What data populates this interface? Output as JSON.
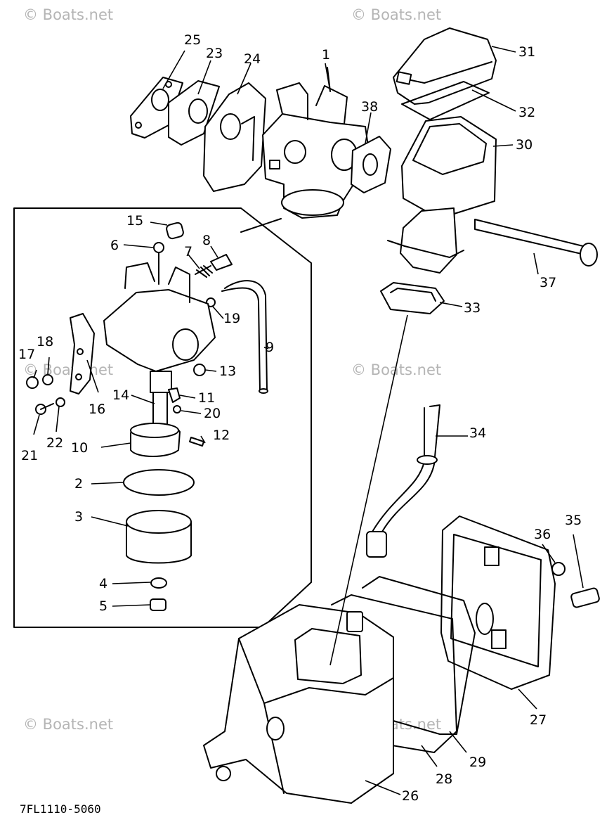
{
  "watermark": "© Boats.net",
  "drawing_code": "7FL1110-5060",
  "callouts": {
    "c1": "1",
    "c2": "2",
    "c3": "3",
    "c4": "4",
    "c5": "5",
    "c6": "6",
    "c7": "7",
    "c8": "8",
    "c9": "9",
    "c10": "10",
    "c11": "11",
    "c12": "12",
    "c13": "13",
    "c14": "14",
    "c15": "15",
    "c16": "16",
    "c17": "17",
    "c18": "18",
    "c19": "19",
    "c20": "20",
    "c21": "21",
    "c22": "22",
    "c23": "23",
    "c24": "24",
    "c25": "25",
    "c26": "26",
    "c27": "27",
    "c28": "28",
    "c29": "29",
    "c30": "30",
    "c31": "31",
    "c32": "32",
    "c33": "33",
    "c34": "34",
    "c35": "35",
    "c36": "36",
    "c37": "37",
    "c38": "38"
  }
}
